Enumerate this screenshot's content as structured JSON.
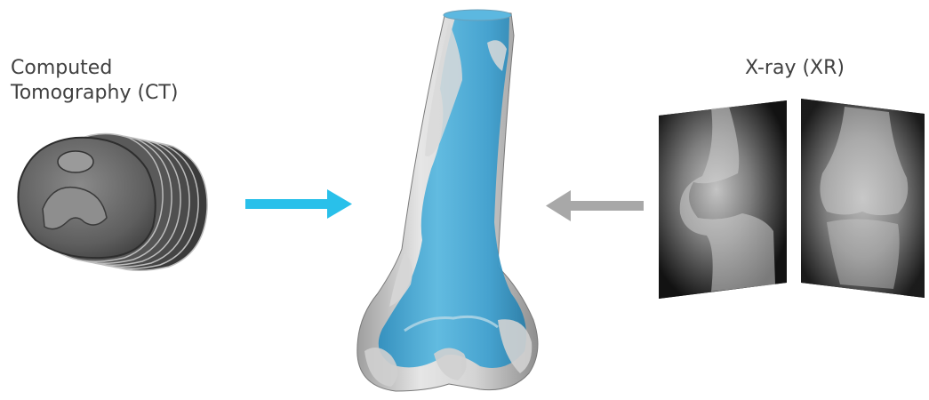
{
  "ct": {
    "label_line1": "Computed",
    "label_line2": "Tomography (CT)"
  },
  "xr": {
    "label": "X-ray (XR)"
  },
  "colors": {
    "ct_arrow": "#29c0ea",
    "xr_arrow": "#a8a8a8",
    "bone_overlay": "#44a6cf",
    "bone_base": "#c9c9c9"
  },
  "icons": {
    "ct_stack": "ct-slice-stack",
    "bone": "femur-bone-model",
    "xray_lateral": "knee-xray-lateral",
    "xray_ap": "knee-xray-ap"
  }
}
